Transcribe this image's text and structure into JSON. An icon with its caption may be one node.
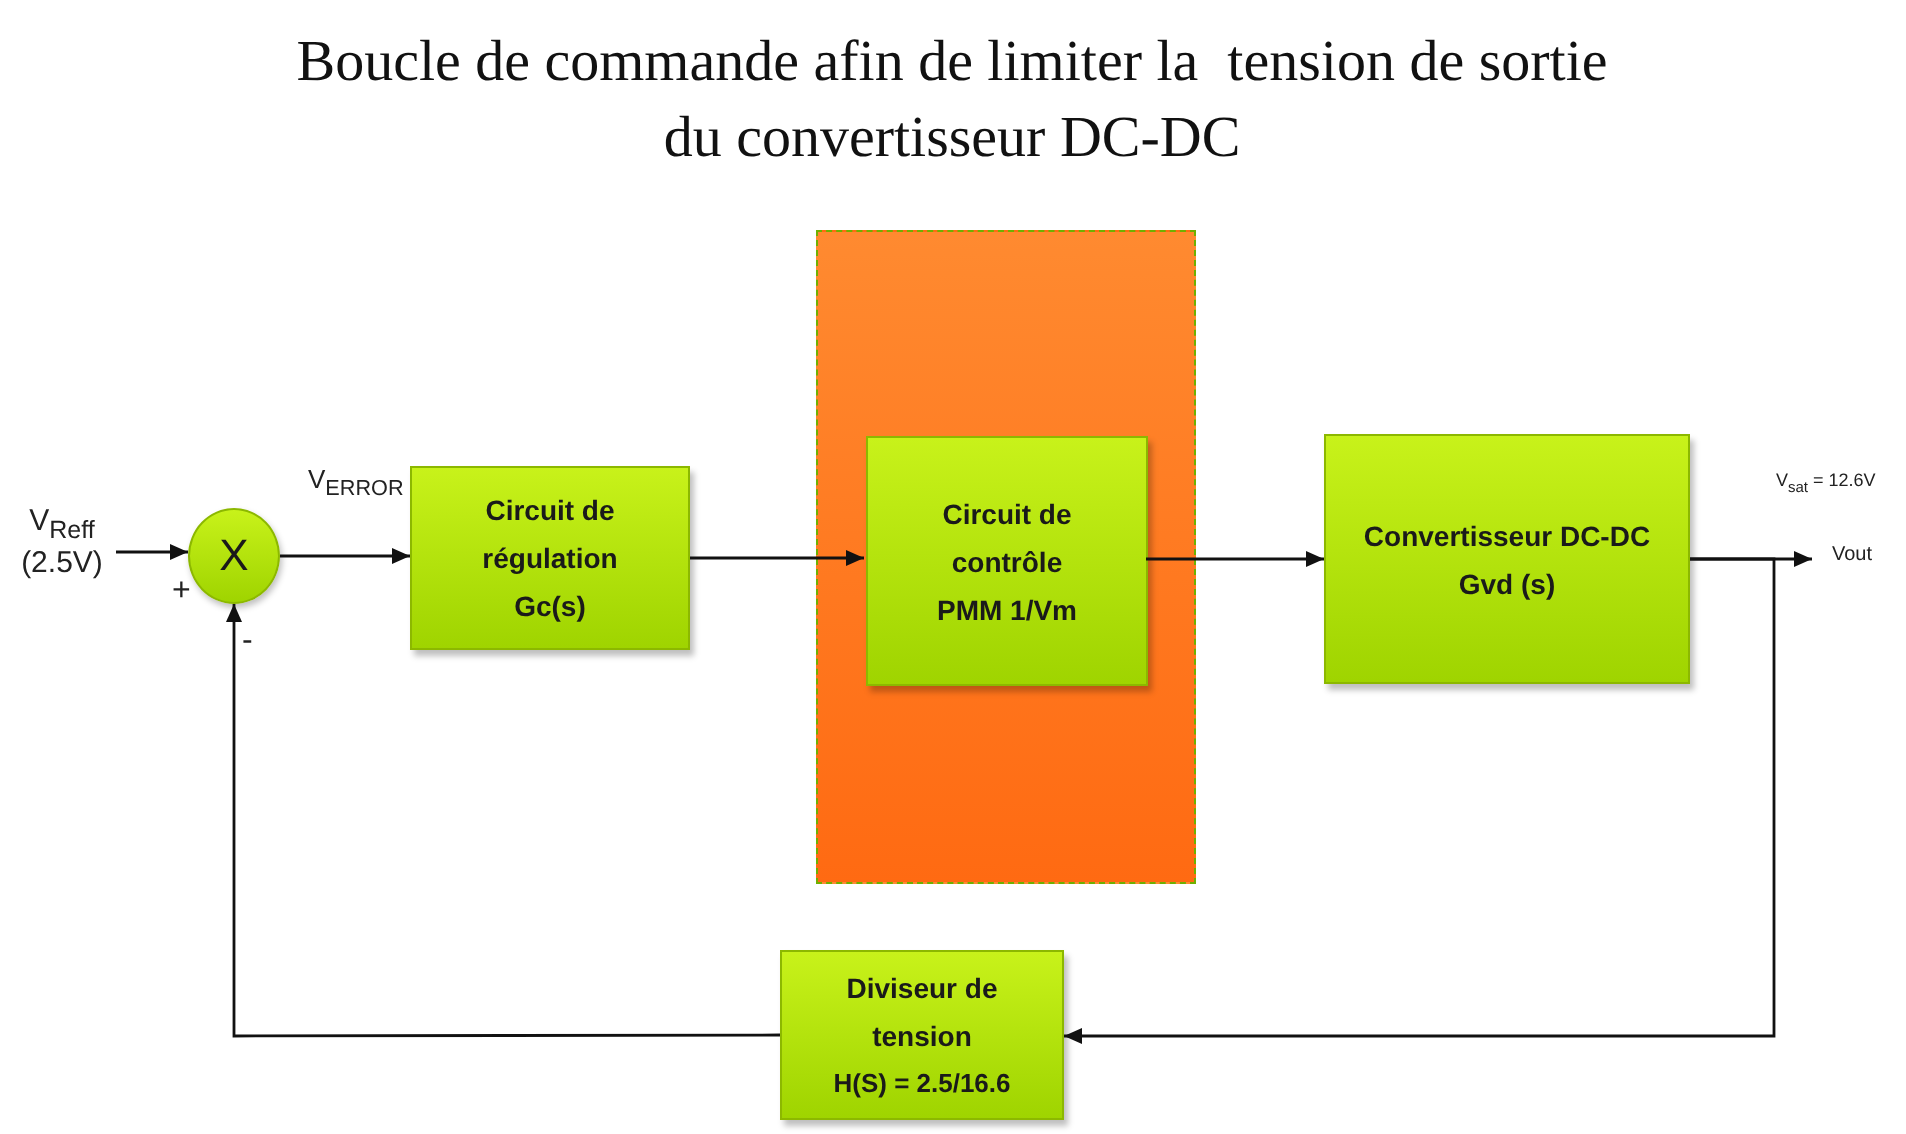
{
  "diagram": {
    "title": "Boucle de commande afin de limiter la  tension de sortie du convertisseur DC-DC",
    "nodes": [
      {
        "text": [
          "V$_{Reff}$ (2.5V)"
        ]
      },
      {
        "text": [
          "X"
        ]
      },
      {
        "text": [
          "Circuit de régulation Gc(s)"
        ]
      },
      {
        "text": [],
        "shape": "box"
      },
      {
        "text": [
          "Circuit de contrôle PMM 1/Vm"
        ],
        "in": 3
      },
      {
        "text": [
          "Convertisseur DC-DC Gvd (s)"
        ]
      },
      {
        "text": [
          "Vout"
        ]
      },
      {
        "text": [
          "Diviseur de tension",
          "H(S) = 2.5/16.6"
        ]
      }
    ],
    "edges": [
      {
        "from": 0,
        "to": 1,
        "arrow": "to"
      },
      {
        "from": 1,
        "to": 2,
        "arrow": "to",
        "label": "V$_{ERROR}$"
      },
      {
        "from": 2,
        "to": 4,
        "arrow": "to"
      },
      {
        "from": 4,
        "to": 5,
        "arrow": "to"
      },
      {
        "from": 5,
        "to": 6,
        "arrow": "to"
      },
      {
        "from": 5,
        "to": 7,
        "arrow": "to"
      },
      {
        "from": 7,
        "to": 1,
        "arrow": "to"
      }
    ],
    "labels": [
      "+",
      "-",
      "V$_{sat}$ = 12.6V"
    ]
  }
}
